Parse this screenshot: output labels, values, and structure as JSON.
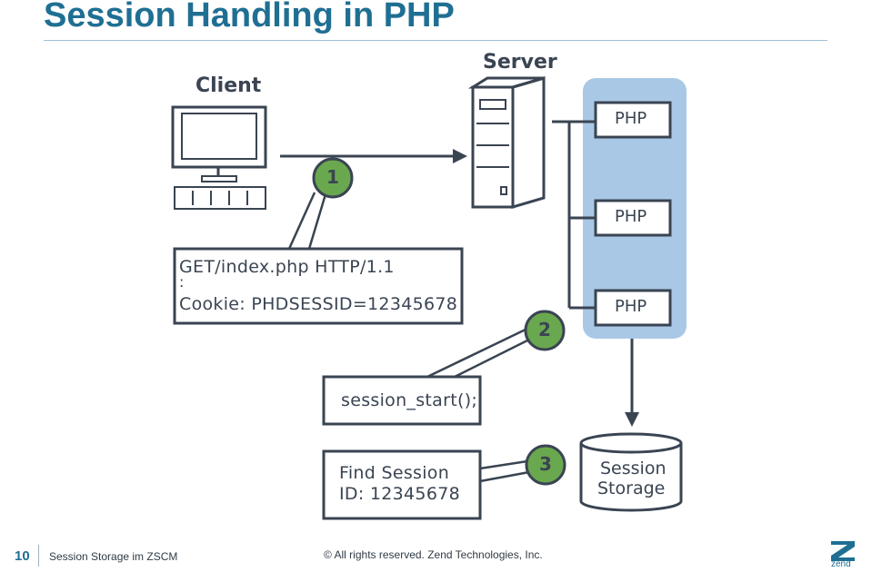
{
  "title": "Session Handling in PHP",
  "diagram": {
    "client_label": "Client",
    "server_label": "Server",
    "php_nodes": [
      "PHP",
      "PHP",
      "PHP"
    ],
    "steps": [
      "1",
      "2",
      "3"
    ],
    "request_lines": [
      "GET/index.php HTTP/1.1",
      ":",
      "Cookie: PHDSESSID=12345678"
    ],
    "session_start_label": "session_start();",
    "find_session_lines": [
      "Find Session",
      "ID: 12345678"
    ],
    "storage_lines": [
      "Session",
      "Storage"
    ]
  },
  "footer": {
    "page_number": "10",
    "section_label": "Session Storage im ZSCM",
    "copyright": "© All rights reserved. Zend Technologies, Inc.",
    "logo_text": "zend"
  },
  "colors": {
    "title": "#1f6f93",
    "stroke": "#3a4452",
    "php_cluster": "#a9c8e6",
    "step_badge": "#6aa84f"
  }
}
